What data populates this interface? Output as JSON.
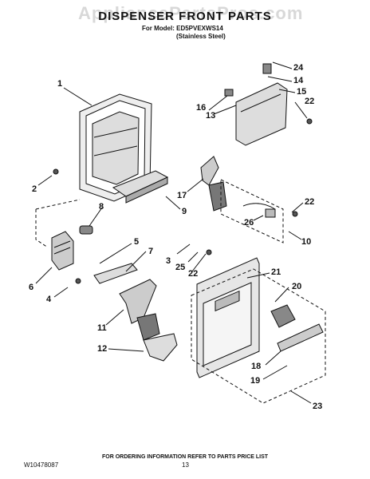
{
  "header": {
    "watermark": "AppliancePartsPros.com",
    "title": "DISPENSER FRONT PARTS",
    "model_line": "For Model: ED5PVEXWS14",
    "finish_line": "(Stainless Steel)"
  },
  "footer": {
    "ordering_note": "FOR ORDERING INFORMATION REFER TO PARTS PRICE LIST",
    "document_number": "W10478087",
    "page_number": "13"
  },
  "callouts": [
    "1",
    "2",
    "3",
    "4",
    "5",
    "6",
    "7",
    "8",
    "9",
    "10",
    "11",
    "12",
    "13",
    "14",
    "15",
    "16",
    "17",
    "18",
    "19",
    "20",
    "21",
    "22",
    "22",
    "22",
    "23",
    "24",
    "25",
    "26"
  ]
}
